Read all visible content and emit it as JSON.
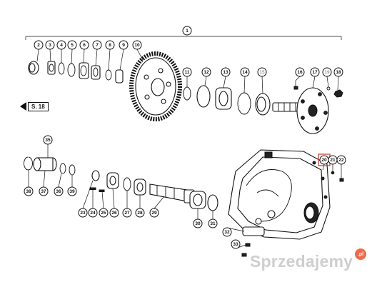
{
  "diagram": {
    "page_ref": {
      "icon": "left-arrow-icon",
      "label": "S. 18"
    },
    "assembly_label": "1",
    "callouts": [
      "2",
      "3",
      "4",
      "5",
      "6",
      "7",
      "8",
      "9",
      "10",
      "11",
      "12",
      "13",
      "14",
      "15",
      "16",
      "17",
      "18",
      "19",
      "20",
      "21",
      "22",
      "23",
      "24",
      "25",
      "26",
      "27",
      "28",
      "29",
      "30",
      "31",
      "32",
      "33",
      "35",
      "36",
      "37",
      "38",
      "39"
    ],
    "highlighted_callout": "20",
    "highlight_color": "#c0392b"
  },
  "watermark": {
    "text": "Sprzedajemy",
    "badge": ".pl",
    "badge_color": "#ef6b4a"
  }
}
